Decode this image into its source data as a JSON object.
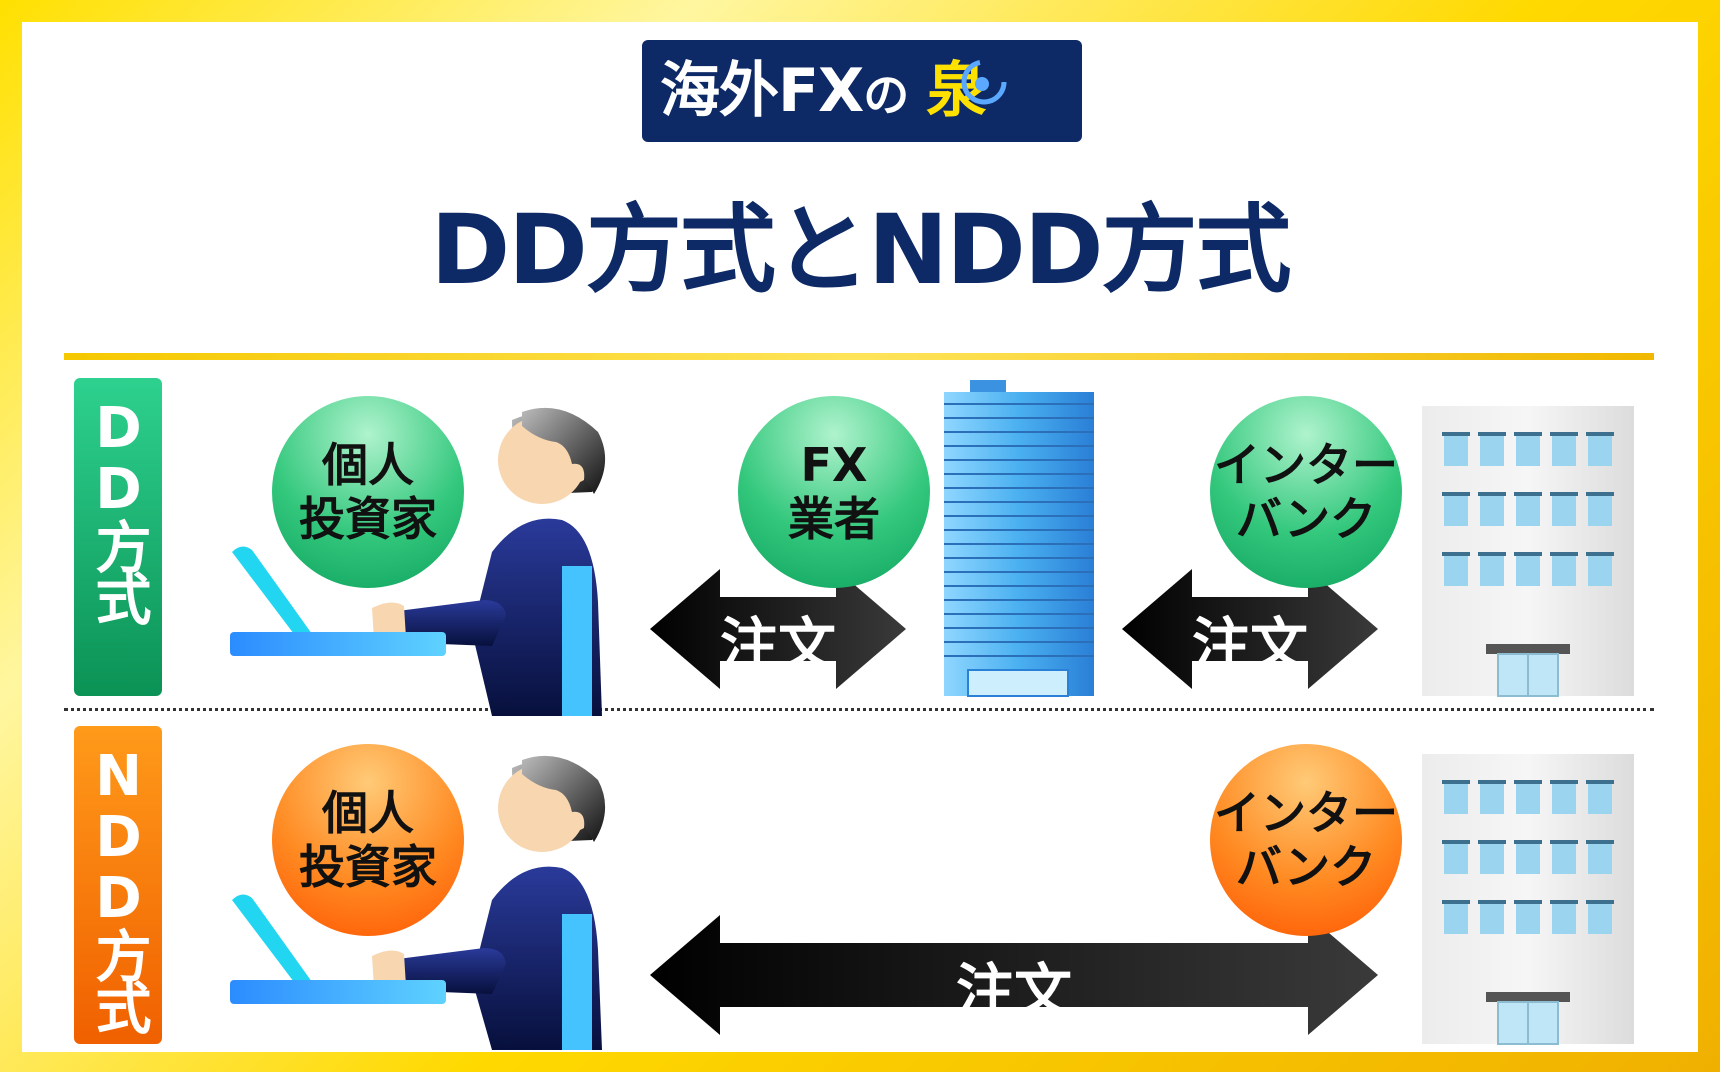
{
  "logo": {
    "prefix": "海外FX",
    "no": "の",
    "sen": "泉"
  },
  "title": "DD方式とNDD方式",
  "sections": {
    "dd": {
      "tab": "DD方式",
      "investor": "個人\n投資家",
      "broker": "FX\n業者",
      "interbank": "インター\nバンク",
      "order1": "注文",
      "order2": "注文"
    },
    "ndd": {
      "tab": "NDD方式",
      "investor": "個人\n投資家",
      "interbank": "インター\nバンク",
      "order": "注文"
    }
  },
  "colors": {
    "navy": "#0d2a66",
    "dd_green": "#14a866",
    "ndd_orange": "#ff7a00",
    "gold": "#f5c800"
  }
}
